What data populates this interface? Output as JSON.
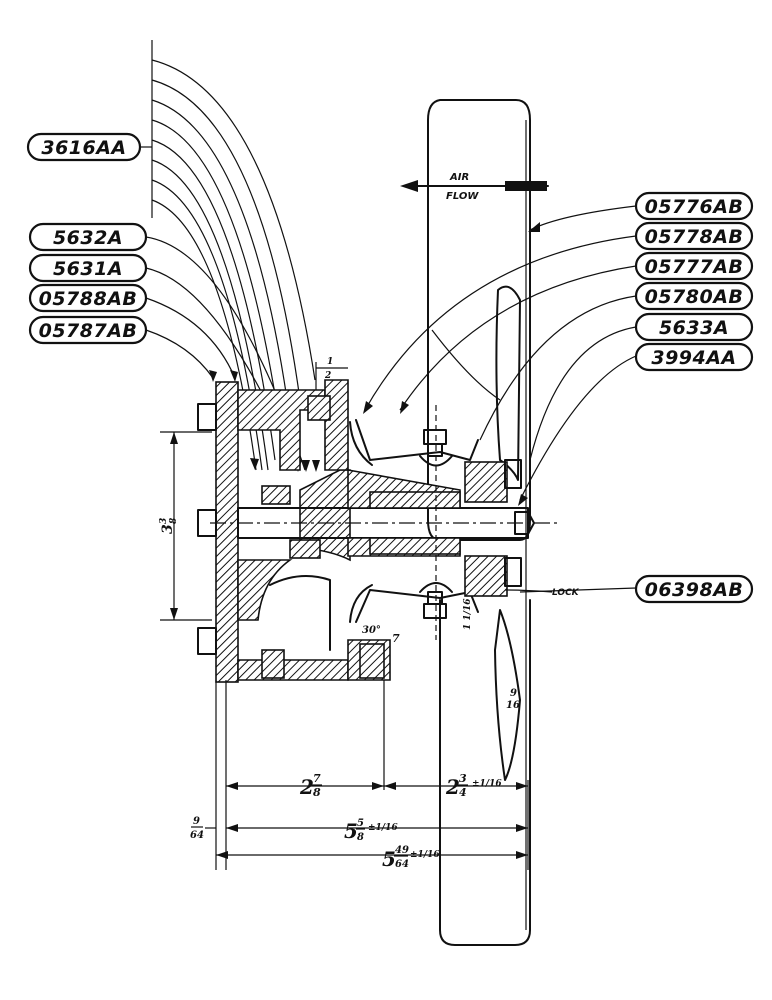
{
  "part_numbers": [
    "3616AA",
    "5632A",
    "5631A",
    "05788AB",
    "05787AB",
    "05776AB",
    "05778AB",
    "05777AB",
    "05780AB",
    "5633A",
    "3994AA",
    "06398AB"
  ],
  "flow_label": {
    "line1": "AIR",
    "line2": "FLOW"
  },
  "lock_label": "LOCK",
  "dimensions": {
    "height": {
      "whole": "3",
      "num": "3",
      "den": "8"
    },
    "d_2_7_8": {
      "whole": "2",
      "num": "7",
      "den": "8"
    },
    "d_2_3_4": {
      "whole": "2",
      "num": "3",
      "den": "4",
      "tol": "±1/16"
    },
    "d_9_64": {
      "num": "9",
      "den": "64"
    },
    "d_5_5_8": {
      "whole": "5",
      "num": "5",
      "den": "8",
      "tol": "±1/16"
    },
    "d_5_49_64": {
      "whole": "5",
      "num": "49",
      "den": "64",
      "tol": "±1/16"
    },
    "d_half": {
      "num": "1",
      "den": "2"
    },
    "d_7": "7",
    "angle": "30°",
    "d_1_1_16": "1 1/16",
    "blade_pitch": {
      "num": "9",
      "den": "16"
    }
  }
}
